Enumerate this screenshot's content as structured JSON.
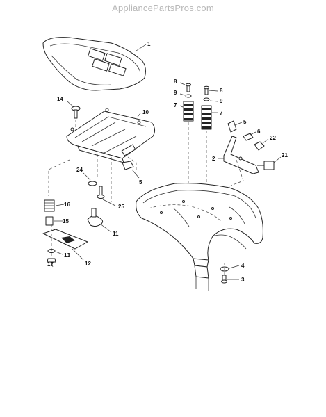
{
  "watermark": "AppliancePartsPros.com",
  "callouts": {
    "seat": "1",
    "seat_pan": "10",
    "bolt_14": "14",
    "spring_16": "16",
    "spacer_15": "15",
    "bracket_12": "12",
    "washer_13": "13",
    "nut_17": "17",
    "washer_24": "24",
    "screw_25": "25",
    "knob_11": "11",
    "clip_5_left": "5",
    "screw_8_left": "8",
    "screw_8_right": "8",
    "washer_9_left": "9",
    "washer_9_right": "9",
    "spring_7_left": "7",
    "spring_7_right": "7",
    "clip_5_right": "5",
    "nut_6": "6",
    "nut_22": "22",
    "bolt_21": "21",
    "bracket_2": "2",
    "washer_4": "4",
    "bolt_3": "3"
  }
}
